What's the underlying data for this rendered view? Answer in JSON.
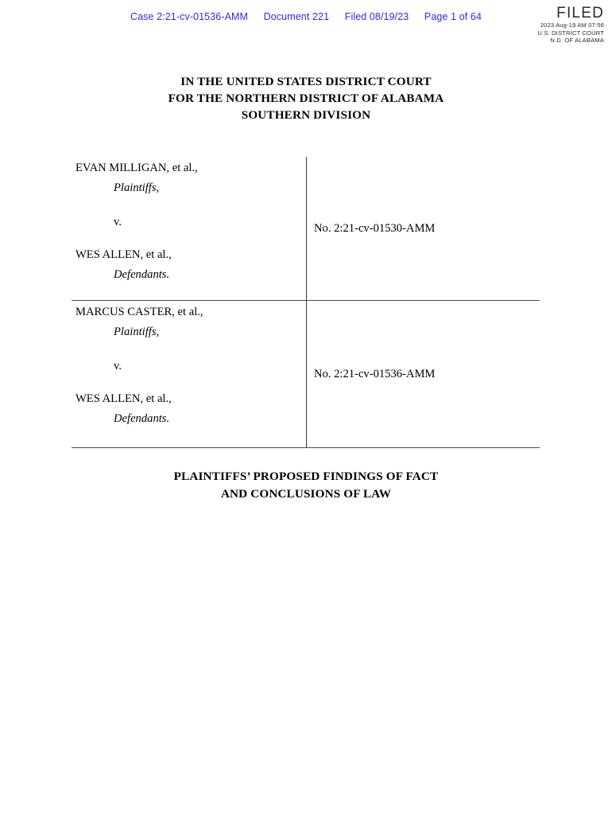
{
  "ecf_header": {
    "case": "Case 2:21-cv-01536-AMM",
    "document": "Document 221",
    "filed": "Filed 08/19/23",
    "page": "Page 1 of 64",
    "color": "#2a2aee"
  },
  "filed_stamp": {
    "word": "FILED",
    "timestamp": "2023 Aug-19  AM 07:56",
    "court": "U.S. DISTRICT COURT",
    "district": "N.D. OF ALABAMA"
  },
  "court_heading": {
    "line1": "IN THE UNITED STATES DISTRICT COURT",
    "line2": "FOR THE NORTHERN DISTRICT OF ALABAMA",
    "line3": "SOUTHERN DIVISION"
  },
  "caption": {
    "versus": "v.",
    "blocks": [
      {
        "plaintiff_name": "EVAN MILLIGAN, et al.,",
        "plaintiff_role": "Plaintiffs,",
        "defendant_name": "WES ALLEN, et al.,",
        "defendant_role": "Defendants.",
        "case_number": "No. 2:21-cv-01530-AMM"
      },
      {
        "plaintiff_name": "MARCUS CASTER, et al.,",
        "plaintiff_role": "Plaintiffs,",
        "defendant_name": "WES ALLEN, et al.,",
        "defendant_role": "Defendants.",
        "case_number": "No. 2:21-cv-01536-AMM"
      }
    ]
  },
  "doc_title": {
    "line1": "PLAINTIFFS’ PROPOSED FINDINGS OF FACT",
    "line2": "AND CONCLUSIONS OF LAW"
  }
}
